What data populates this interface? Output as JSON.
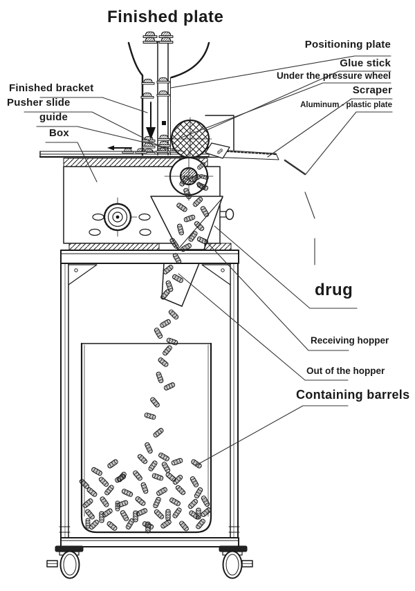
{
  "diagram": {
    "title": "Finished plate",
    "labels": {
      "finished_plate": "Finished plate",
      "positioning_plate": "Positioning plate",
      "glue_stick": "Glue stick",
      "under_pressure_wheel": "Under the pressure wheel",
      "scraper": "Scraper",
      "aluminum_plastic_plate": "Aluminum - plastic plate",
      "finished_bracket": "Finished bracket",
      "pusher_slide": "Pusher slide",
      "guide": "guide",
      "box": "Box",
      "drug": "drug",
      "receiving_hopper": "Receiving hopper",
      "out_of_hopper": "Out of the hopper",
      "containing_barrels": "Containing barrels"
    },
    "colors": {
      "line": "#1a1a1a",
      "background": "#ffffff"
    }
  }
}
